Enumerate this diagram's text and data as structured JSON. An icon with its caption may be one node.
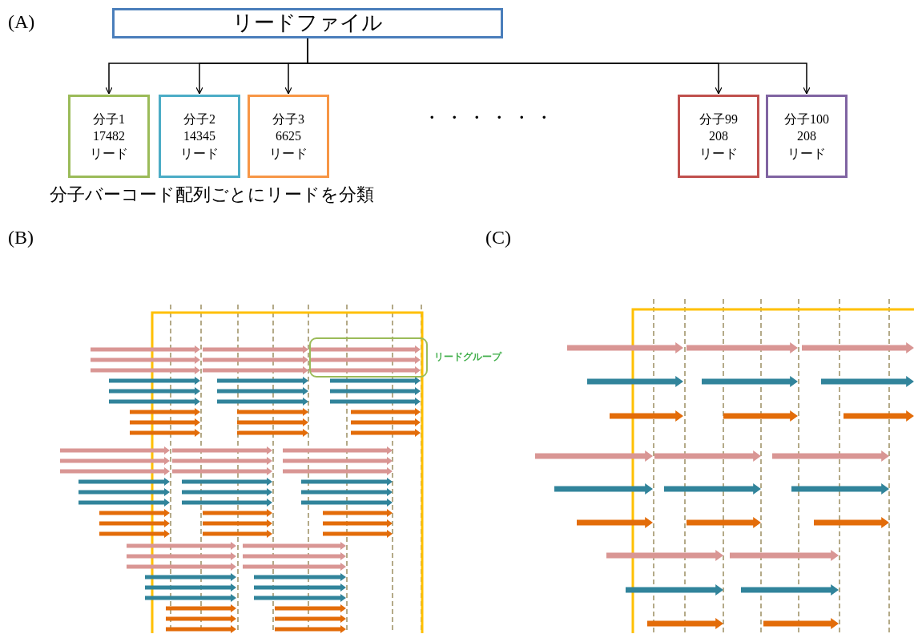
{
  "diagram": {
    "nodes": [
      {
        "text": [
          "リードファイル"
        ]
      },
      {
        "text": [
          "分子1",
          "17482",
          "リード"
        ]
      },
      {
        "text": [
          "分子2",
          "14345",
          "リード"
        ]
      },
      {
        "text": [
          "分子3",
          "6625",
          "リード"
        ]
      },
      {
        "text": [
          "分子99",
          "208",
          "リード"
        ]
      },
      {
        "text": [
          "分子100",
          "208",
          "リード"
        ]
      },
      {
        "text": [
          "リードグループ"
        ]
      }
    ],
    "edges": [
      {
        "from": 0,
        "to": 1,
        "arrow": "to"
      },
      {
        "from": 0,
        "to": 2,
        "arrow": "to"
      },
      {
        "from": 0,
        "to": 3,
        "arrow": "to"
      },
      {
        "from": 0,
        "to": 4,
        "arrow": "to"
      },
      {
        "from": 0,
        "to": 5,
        "arrow": "to"
      }
    ],
    "labels": [
      "(A)",
      "・・・・・・",
      "分子バーコード配列ごとにリードを分類",
      "(B)",
      "(C)"
    ]
  }
}
